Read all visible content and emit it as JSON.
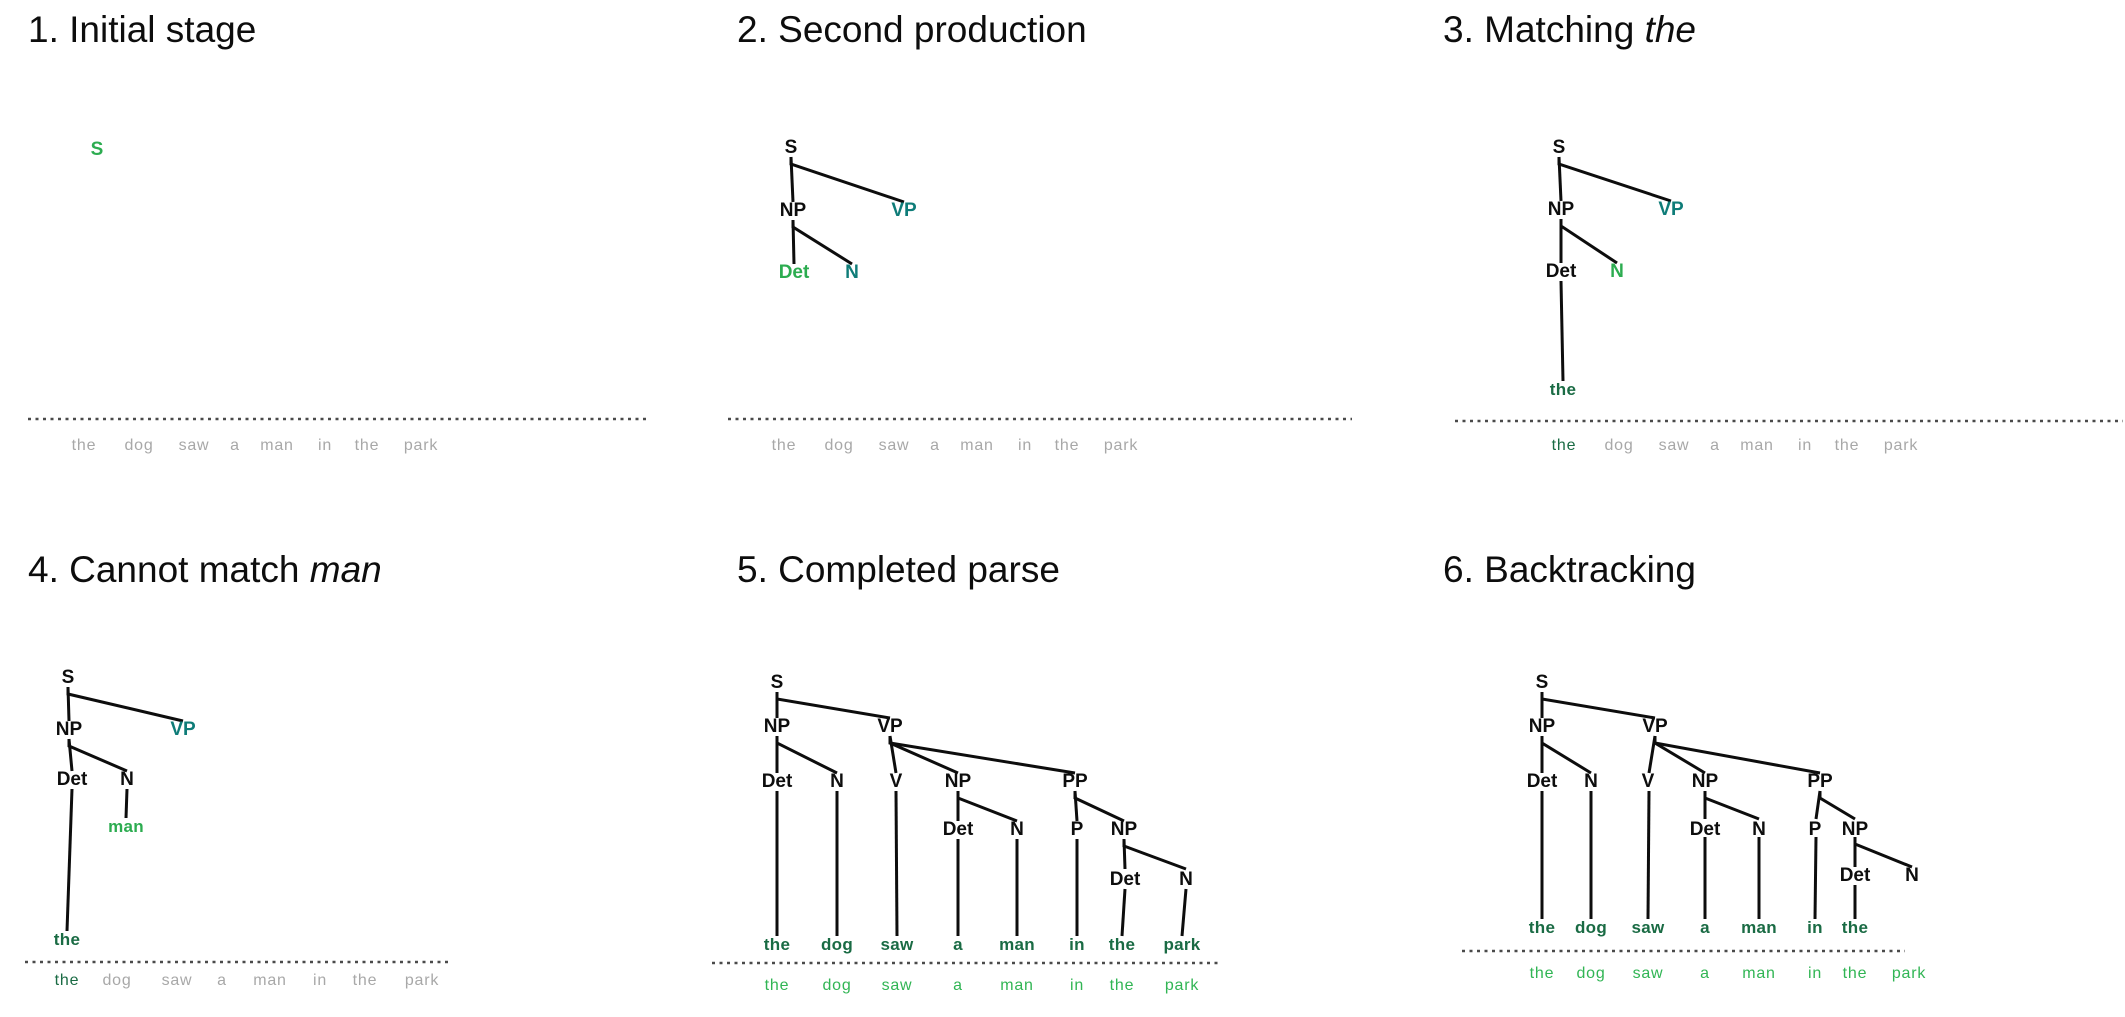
{
  "colors": {
    "node_done": "#0d0d0d",
    "node_frontier_teal": "#0e7c78",
    "node_attempt_green": "#2cac50",
    "word_matched_dark_green": "#1a6b44",
    "word_unread_gray": "#a8a8a8",
    "word_remaining_green": "#31b554",
    "separator_gray": "#4a4a4a"
  },
  "sentence": [
    "the",
    "dog",
    "saw",
    "a",
    "man",
    "in",
    "the",
    "park"
  ],
  "panels": [
    {
      "title": "1. Initial stage",
      "title_italic": "",
      "nodes": {
        "s": "S"
      },
      "node_states": {
        "s": "attempt"
      },
      "words": [
        "the",
        "dog",
        "saw",
        "a",
        "man",
        "in",
        "the",
        "park"
      ],
      "word_states": [
        "unread",
        "unread",
        "unread",
        "unread",
        "unread",
        "unread",
        "unread",
        "unread"
      ]
    },
    {
      "title": "2. Second production",
      "title_italic": "",
      "nodes": {
        "s": "S",
        "np": "NP",
        "vp": "VP",
        "det": "Det",
        "n": "N"
      },
      "node_states": {
        "s": "done",
        "np": "done",
        "vp": "frontier",
        "det": "attempt",
        "n": "frontier"
      },
      "words": [
        "the",
        "dog",
        "saw",
        "a",
        "man",
        "in",
        "the",
        "park"
      ],
      "word_states": [
        "unread",
        "unread",
        "unread",
        "unread",
        "unread",
        "unread",
        "unread",
        "unread"
      ]
    },
    {
      "title": "3. Matching ",
      "title_italic": "the",
      "nodes": {
        "s": "S",
        "np": "NP",
        "vp": "VP",
        "det": "Det",
        "n": "N"
      },
      "node_states": {
        "s": "done",
        "np": "done",
        "vp": "frontier",
        "det": "done",
        "n": "attempt"
      },
      "leaves": {
        "det": "the"
      },
      "leaf_states": {
        "det": "matched"
      },
      "words": [
        "the",
        "dog",
        "saw",
        "a",
        "man",
        "in",
        "the",
        "park"
      ],
      "word_states": [
        "matched",
        "unread",
        "unread",
        "unread",
        "unread",
        "unread",
        "unread",
        "unread"
      ]
    },
    {
      "title": "4. Cannot match ",
      "title_italic": "man",
      "nodes": {
        "s": "S",
        "np": "NP",
        "vp": "VP",
        "det": "Det",
        "n": "N"
      },
      "node_states": {
        "s": "done",
        "np": "done",
        "vp": "frontier",
        "det": "done",
        "n": "done"
      },
      "leaves": {
        "det": "the",
        "n": "man"
      },
      "leaf_states": {
        "det": "matched",
        "n": "attempt"
      },
      "words": [
        "the",
        "dog",
        "saw",
        "a",
        "man",
        "in",
        "the",
        "park"
      ],
      "word_states": [
        "matched",
        "unread",
        "unread",
        "unread",
        "unread",
        "unread",
        "unread",
        "unread"
      ]
    },
    {
      "title": "5. Completed parse",
      "title_italic": "",
      "nodes": {
        "s": "S",
        "np": "NP",
        "vp": "VP",
        "det1": "Det",
        "n1": "N",
        "v": "V",
        "np2": "NP",
        "det2": "Det",
        "n2": "N",
        "pp": "PP",
        "p": "P",
        "np3": "NP",
        "det3": "Det",
        "n3": "N"
      },
      "node_states": {
        "s": "done",
        "np": "done",
        "vp": "done",
        "det1": "done",
        "n1": "done",
        "v": "done",
        "np2": "done",
        "det2": "done",
        "n2": "done",
        "pp": "done",
        "p": "done",
        "np3": "done",
        "det3": "done",
        "n3": "done"
      },
      "leaves": [
        "the",
        "dog",
        "saw",
        "a",
        "man",
        "in",
        "the",
        "park"
      ],
      "leaf_states": [
        "matched",
        "matched",
        "matched",
        "matched",
        "matched",
        "matched",
        "matched",
        "matched"
      ],
      "words": [
        "the",
        "dog",
        "saw",
        "a",
        "man",
        "in",
        "the",
        "park"
      ],
      "word_states": [
        "remaining",
        "remaining",
        "remaining",
        "remaining",
        "remaining",
        "remaining",
        "remaining",
        "remaining"
      ]
    },
    {
      "title": "6. Backtracking",
      "title_italic": "",
      "nodes": {
        "s": "S",
        "np": "NP",
        "vp": "VP",
        "det1": "Det",
        "n1": "N",
        "v": "V",
        "np2": "NP",
        "det2": "Det",
        "n2": "N",
        "pp": "PP",
        "p": "P",
        "np3": "NP",
        "det3": "Det",
        "n3": "N"
      },
      "node_states": {
        "s": "done",
        "np": "done",
        "vp": "done",
        "det1": "done",
        "n1": "done",
        "v": "done",
        "np2": "done",
        "det2": "done",
        "n2": "done",
        "pp": "done",
        "p": "done",
        "np3": "done",
        "det3": "done",
        "n3": "done"
      },
      "leaves": [
        "the",
        "dog",
        "saw",
        "a",
        "man",
        "in",
        "the"
      ],
      "leaf_states": [
        "matched",
        "matched",
        "matched",
        "matched",
        "matched",
        "matched",
        "matched"
      ],
      "words": [
        "the",
        "dog",
        "saw",
        "a",
        "man",
        "in",
        "the",
        "park"
      ],
      "word_states": [
        "remaining",
        "remaining",
        "remaining",
        "remaining",
        "remaining",
        "remaining",
        "remaining",
        "remaining"
      ]
    }
  ]
}
